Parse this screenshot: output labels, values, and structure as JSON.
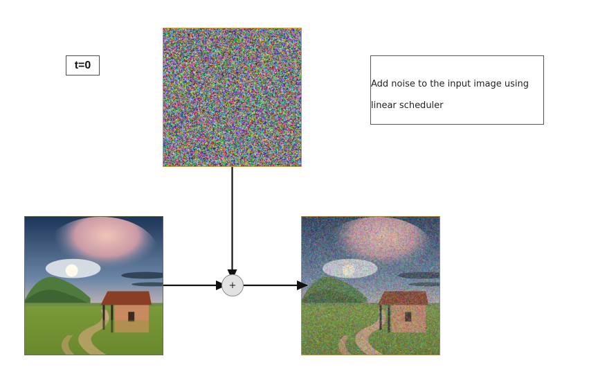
{
  "timestep": {
    "label": "t=0"
  },
  "caption": {
    "line1": "Add noise to the input image using",
    "line2": "linear scheduler"
  },
  "operator": {
    "symbol": "+"
  },
  "scene": {
    "icons": {
      "noise": "gaussian-noise-image",
      "input": "countryside-house-photo",
      "output": "noisy-countryside-house-photo",
      "combine": "plus-icon"
    },
    "colors": {
      "sky_top": "#1e3a5c",
      "cloud_pink": "#d9a7a0",
      "hill_green": "#4f7a3e",
      "field_green": "#8fa83a",
      "path_tan": "#c9a47a",
      "house_wall": "#c98a62",
      "roof_brown": "#8a3e26",
      "arrow": "#111111"
    },
    "noise_level": 0.35
  }
}
